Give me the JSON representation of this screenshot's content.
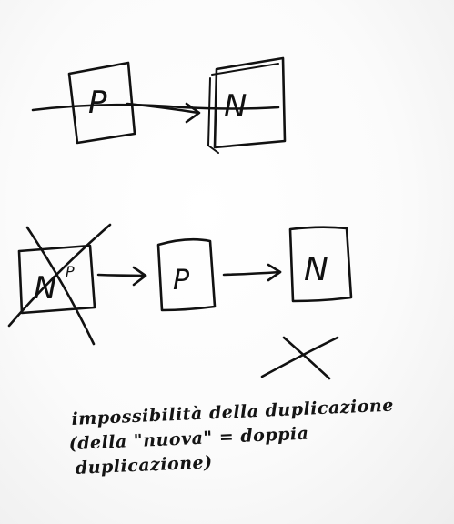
{
  "diagram": {
    "top_row": {
      "from_node": "P",
      "to_node": "N"
    },
    "bottom_row": {
      "crossed_node": "N",
      "crossed_node_superscript": "P",
      "middle_node": "P",
      "end_node": "N"
    },
    "note_lines": [
      "impossibilità della duplicazione",
      "(della \"nuova\" = doppia",
      "duplicazione)"
    ]
  }
}
